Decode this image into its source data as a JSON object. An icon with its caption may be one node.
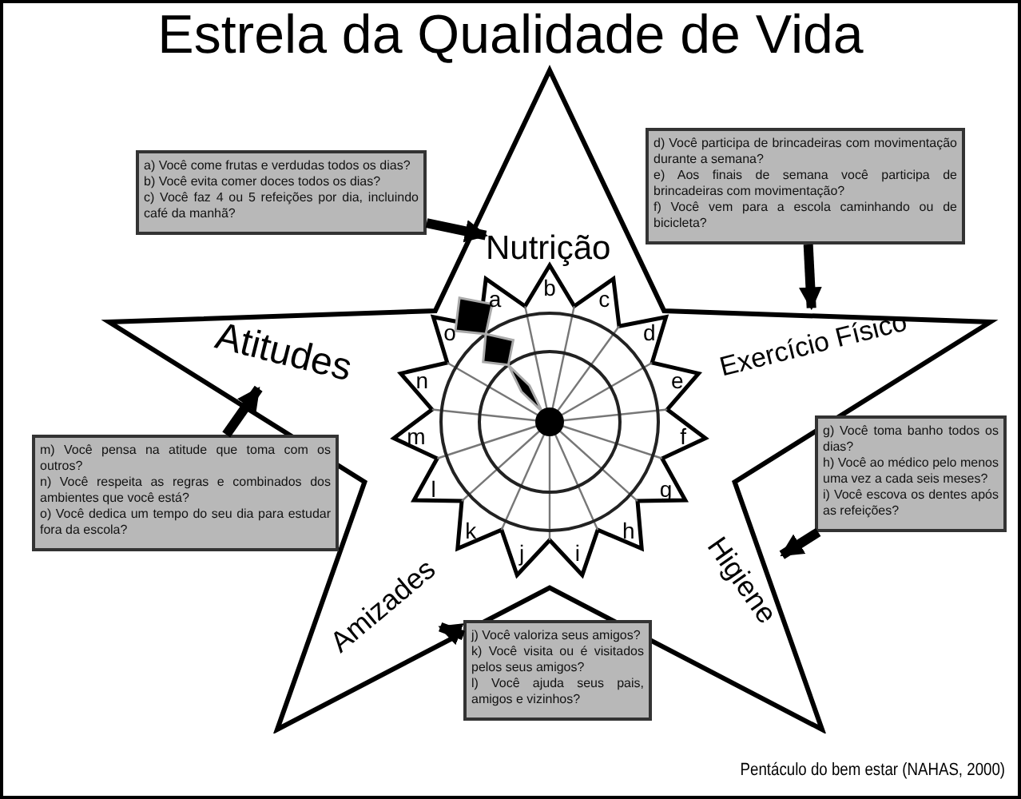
{
  "diagram": {
    "title": "Estrela da Qualidade de Vida",
    "caption": "Pentáculo do bem estar (NAHAS, 2000)",
    "nodes": [
      {
        "text": [],
        "shape": "star"
      },
      {
        "text": [
          "Nutrição"
        ],
        "in": 0
      },
      {
        "text": [
          "Exercício Físico"
        ],
        "in": 0
      },
      {
        "text": [
          "Higiene"
        ],
        "in": 0
      },
      {
        "text": [
          "Amizades"
        ],
        "in": 0
      },
      {
        "text": [
          "Atitudes"
        ],
        "in": 0
      },
      {
        "text": [
          "a) Você come frutas e verdudas todos os dias?",
          "b) Você evita comer doces todos os dias?",
          "c) Você faz 4 ou 5 refeições por dia, incluindo café da manhã?"
        ]
      },
      {
        "text": [
          "d) Você participa de brincadeiras com movimentação durante a semana?",
          "e) Aos finais de semana você participa de brincadeiras com movimentação?",
          "f) Você vem para a escola caminhando ou de bicicleta?"
        ]
      },
      {
        "text": [
          "g) Você toma banho todos os dias?",
          "h) Você ao médico pelo menos uma vez a cada seis meses?",
          "i) Você escova os dentes após as refeições?"
        ]
      },
      {
        "text": [
          "j) Você valoriza seus amigos?",
          "k) Você visita ou é visitados pelos seus amigos?",
          "l) Você ajuda seus pais, amigos e vizinhos?"
        ]
      },
      {
        "text": [
          "m) Você pensa na atitude que toma com os outros?",
          "n) Você respeita as regras e combinados dos ambientes que você está?",
          "o) Você dedica um tempo do seu dia para estudar fora da escola?"
        ]
      }
    ],
    "edges": [
      {
        "from": 6,
        "to": 1,
        "arrow": "to"
      },
      {
        "from": 7,
        "to": 2,
        "arrow": "to"
      },
      {
        "from": 8,
        "to": 3,
        "arrow": "to"
      },
      {
        "from": 9,
        "to": 4,
        "arrow": "to"
      },
      {
        "from": 10,
        "to": 5,
        "arrow": "to"
      }
    ],
    "labels": [
      "a",
      "b",
      "c",
      "d",
      "e",
      "f",
      "g",
      "h",
      "i",
      "j",
      "k",
      "l",
      "m",
      "n",
      "o"
    ]
  }
}
